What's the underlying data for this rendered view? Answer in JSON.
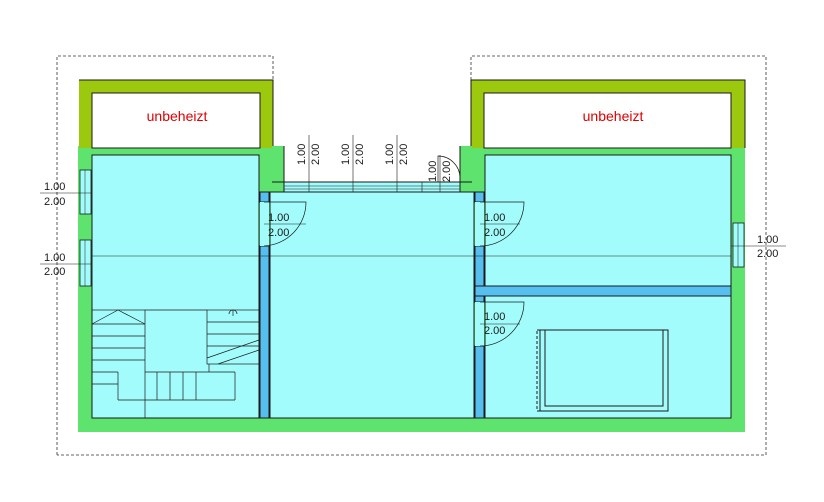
{
  "colors": {
    "wall_green": "#5fe36f",
    "unheated_green": "#9cc80e",
    "room_cyan": "#a2fcfc",
    "partition_blue": "#55c0ef",
    "line_dark": "#1a1a1a",
    "label_red": "#e00000"
  },
  "zones": {
    "left_unheated": "unbeheizt",
    "right_unheated": "unbeheizt"
  },
  "window_labels": {
    "top_1": {
      "w": "1.00",
      "h": "2.00"
    },
    "top_2": {
      "w": "1.00",
      "h": "2.00"
    },
    "top_3": {
      "w": "1.00",
      "h": "2.00"
    },
    "top_4": {
      "w": "1.00",
      "h": "2.00"
    },
    "left_1": {
      "w": "1.00",
      "h": "2.00"
    },
    "left_2": {
      "w": "1.00",
      "h": "2.00"
    },
    "right_1": {
      "w": "1.00",
      "h": "2.00"
    }
  },
  "door_labels": {
    "door_1": {
      "w": "1.00",
      "h": "2.00"
    },
    "door_2": {
      "w": "1.00",
      "h": "2.00"
    },
    "door_3": {
      "w": "1.00",
      "h": "2.00"
    }
  },
  "icons": [
    "stair-icon",
    "bathtub-icon",
    "door-swing-icon",
    "window-icon"
  ]
}
